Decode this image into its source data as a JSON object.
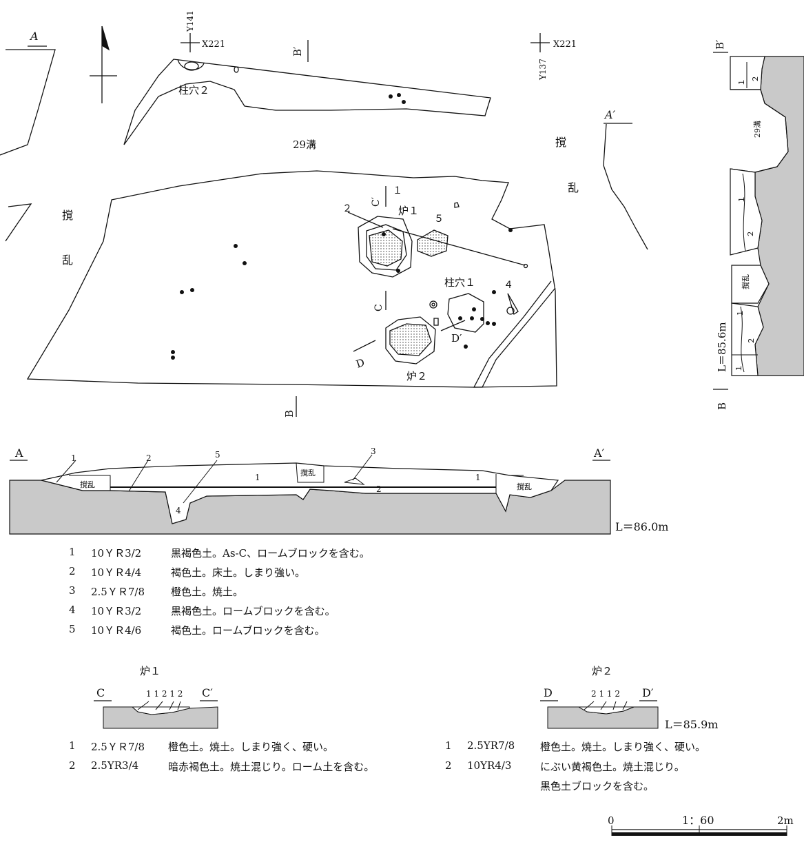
{
  "plan": {
    "sec_a": "A",
    "sec_a_p": "A′",
    "sec_b": "B",
    "sec_b_p": "B′",
    "sec_c": "C",
    "sec_c_p": "C′",
    "sec_d": "D",
    "sec_d_p": "D′",
    "grid_y141": "Y141",
    "grid_x221_l": "X221",
    "grid_y137": "Y137",
    "grid_x221_r": "X221",
    "pillar2": "柱穴２",
    "pillar1": "柱穴１",
    "ditch": "29溝",
    "dist1_a": "撹",
    "dist1_b": "乱",
    "dist2_a": "撹",
    "dist2_b": "乱",
    "hearth1": "炉１",
    "hearth2": "炉２",
    "n1": "１",
    "n2": "２",
    "n5": "５",
    "n4": "４"
  },
  "section_b": {
    "ditch": "29溝",
    "dist": "撹乱",
    "level": "L＝85.6m",
    "l1a": "１",
    "l2a": "２",
    "l1b": "１",
    "l2b": "２",
    "l1c": "１",
    "l2c": "２",
    "l1d": "１"
  },
  "section_a": {
    "level": "L＝86.0m",
    "n1": "1",
    "n2": "2",
    "n5": "5",
    "n3": "3",
    "d1": "撹乱",
    "d2": "撹乱",
    "d3": "撹乱",
    "in1a": "1",
    "in1b": "1",
    "in2": "2",
    "in4": "4"
  },
  "legend_a": [
    {
      "no": "1",
      "code": "10ＹＲ3/2",
      "desc": "黒褐色土。As-C、ロームブロックを含む。"
    },
    {
      "no": "2",
      "code": "10ＹＲ4/4",
      "desc": "褐色土。床土。しまり強い。"
    },
    {
      "no": "3",
      "code": "2.5ＹＲ7/8",
      "desc": "橙色土。焼土。"
    },
    {
      "no": "4",
      "code": "10ＹＲ3/2",
      "desc": "黒褐色土。ロームブロックを含む。"
    },
    {
      "no": "5",
      "code": "10ＹＲ4/6",
      "desc": "褐色土。ロームブロックを含む。"
    }
  ],
  "hearth1_section": {
    "title": "炉１",
    "left": "C",
    "right": "C′",
    "layers": "1 1  2 1  2"
  },
  "hearth2_section": {
    "title": "炉２",
    "left": "D",
    "right": "D′",
    "layers": "2 1  1  2",
    "level": "L＝85.9m"
  },
  "legend_h1": [
    {
      "no": "1",
      "code": "2.5ＹＲ7/8",
      "desc": "橙色土。焼土。しまり強く、硬い。"
    },
    {
      "no": "2",
      "code": "2.5YR3/4",
      "desc": "暗赤褐色土。焼土混じり。ローム土を含む。"
    }
  ],
  "legend_h2": [
    {
      "no": "1",
      "code": "2.5YR7/8",
      "desc": "橙色土。焼土。しまり強く、硬い。"
    },
    {
      "no": "2",
      "code": "10YR4/3",
      "desc": "にぶい黄褐色土。焼土混じり。",
      "desc2": "黒色土ブロックを含む。"
    }
  ],
  "scale": {
    "zero": "0",
    "ratio": "1：60",
    "max": "2m"
  }
}
